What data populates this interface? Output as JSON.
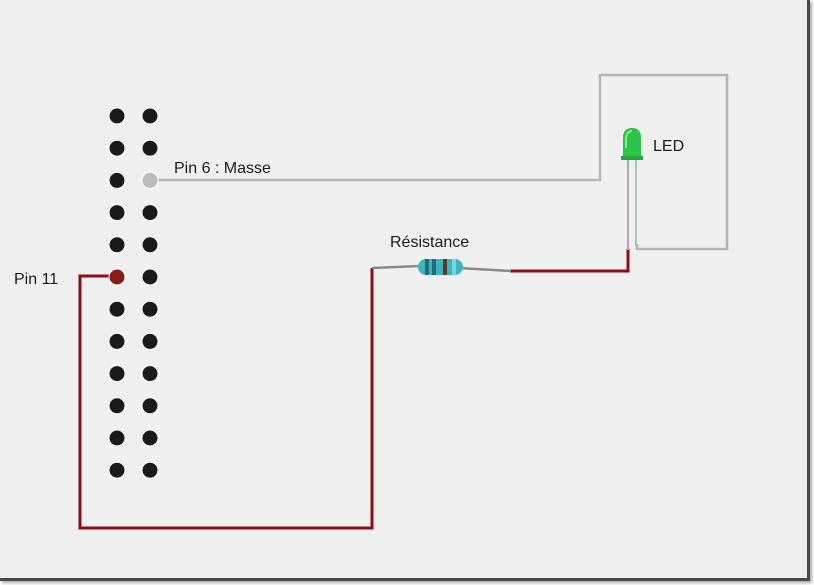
{
  "labels": {
    "pin6": "Pin 6 : Masse",
    "pin11": "Pin 11",
    "resistor": "Résistance",
    "led": "LED"
  },
  "header": {
    "rows": 12,
    "columns": 2,
    "highlighted": [
      {
        "row": 3,
        "col": 2,
        "role": "ground",
        "color": "#bbbbbb"
      },
      {
        "row": 6,
        "col": 1,
        "role": "signal",
        "color": "#8b1a1a"
      }
    ]
  },
  "colors": {
    "background": "#f0f0f0",
    "pin": "#1a1a1a",
    "signal_wire": "#8b0f14",
    "ground_wire": "#b5b5b5",
    "led": "#2ec24a",
    "resistor_body": "#3fb2bf"
  },
  "resistor_bands": [
    "#1f6e7a",
    "#1f6e7a",
    "#5a3a2a",
    "#6fd6e0"
  ]
}
